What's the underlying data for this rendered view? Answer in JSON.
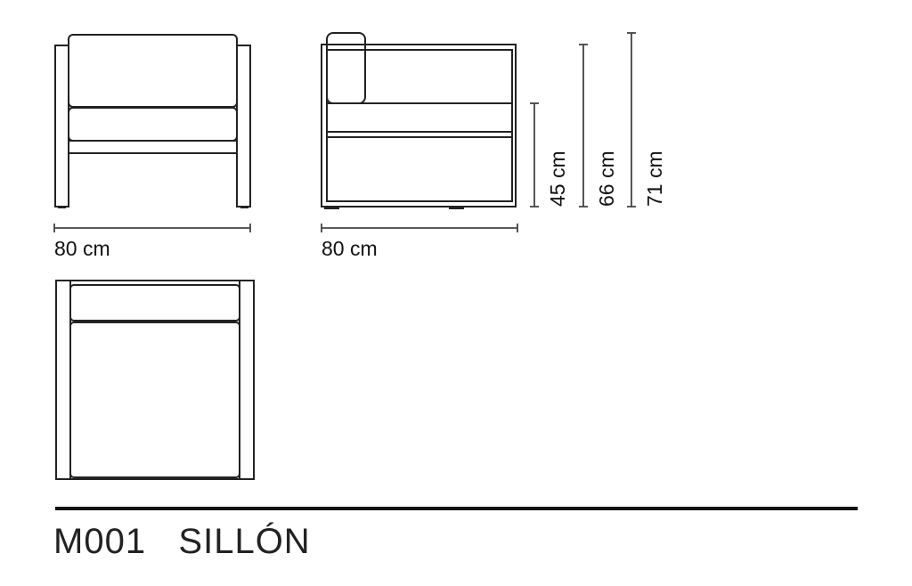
{
  "dimensions": {
    "front_width": "80 cm",
    "side_depth": "80 cm",
    "seat_height": "45 cm",
    "arm_height": "66 cm",
    "total_height": "71 cm"
  },
  "title": {
    "code": "M001",
    "name": "SILLÓN"
  }
}
